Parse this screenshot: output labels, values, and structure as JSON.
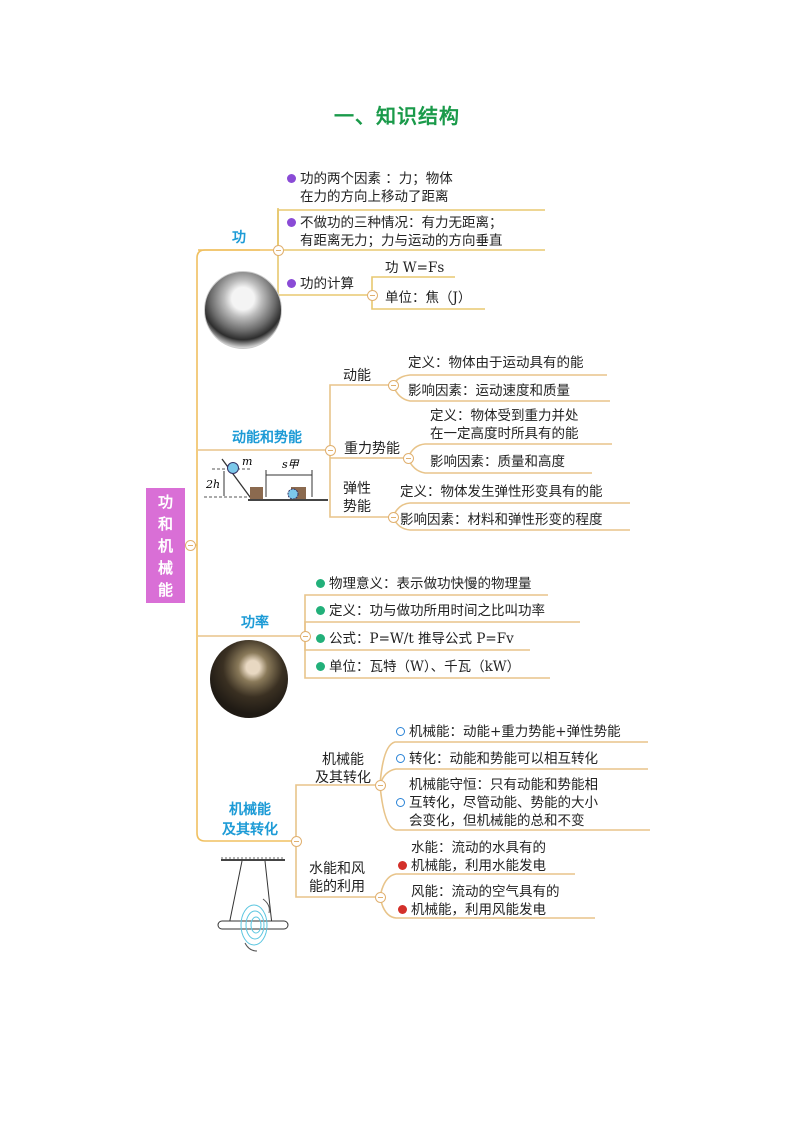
{
  "title": "一、知识结构",
  "root": {
    "label_chars": [
      "功",
      "和",
      "机",
      "械",
      "能"
    ],
    "color": "#d96fd6"
  },
  "colors": {
    "branch_text": "#1d9bd6",
    "trunk_line": "#f0c060",
    "branch_line": "#e8c48a",
    "title": "#1a9a4a"
  },
  "branches": [
    {
      "label": "功",
      "icon": "purple-flag-icon",
      "items": [
        {
          "line1": "功的两个因素 ：力；物体",
          "line2": "在力的方向上移动了距离"
        },
        {
          "line1": "不做功的三种情况：有力无距离；",
          "line2": "有距离无力；力与运动的方向垂直"
        },
        {
          "line1": "功的计算",
          "children": [
            "功  W=Fs",
            "单位：焦（J）"
          ]
        }
      ]
    },
    {
      "label": "动能和势能",
      "groups": [
        {
          "label": "动能",
          "children": [
            "定义：物体由于运动具有的能",
            "影响因素：运动速度和质量"
          ]
        },
        {
          "label": "重力势能",
          "children": [
            "定义：物体受到重力并处",
            "在一定高度时所具有的能",
            "影响因素：质量和高度"
          ]
        },
        {
          "label_line1": "弹性",
          "label_line2": "势能",
          "children": [
            "定义：物体发生弹性形变具有的能",
            "影响因素：材料和弹性形变的程度"
          ]
        }
      ],
      "figure_labels": {
        "m": "m",
        "h": "2h",
        "s": "s甲"
      }
    },
    {
      "label": "功率",
      "icon": "green-star-icon",
      "items": [
        "物理意义：表示做功快慢的物理量",
        "定义：功与做功所用时间之比叫功率",
        "公式：P=W/t  推导公式 P=Fv",
        "单位：瓦特（W）、千瓦（kW）"
      ]
    },
    {
      "label_line1": "机械能",
      "label_line2": "及其转化",
      "groups": [
        {
          "label_line1": "机械能",
          "label_line2": "及其转化",
          "icon": "blue-play-icon",
          "children": [
            "机械能：动能+重力势能+弹性势能",
            "转化：动能和势能可以相互转化",
            "机械能守恒：只有动能和势能相",
            "互转化，尽管动能、势能的大小",
            "会变化，但机械能的总和不变"
          ]
        },
        {
          "label_line1": "水能和风",
          "label_line2": "能的利用",
          "icon": "red-star-icon",
          "children": [
            "水能：流动的水具有的",
            "机械能，利用水能发电",
            "风能：流动的空气具有的",
            "机械能，利用风能发电"
          ]
        }
      ]
    }
  ]
}
